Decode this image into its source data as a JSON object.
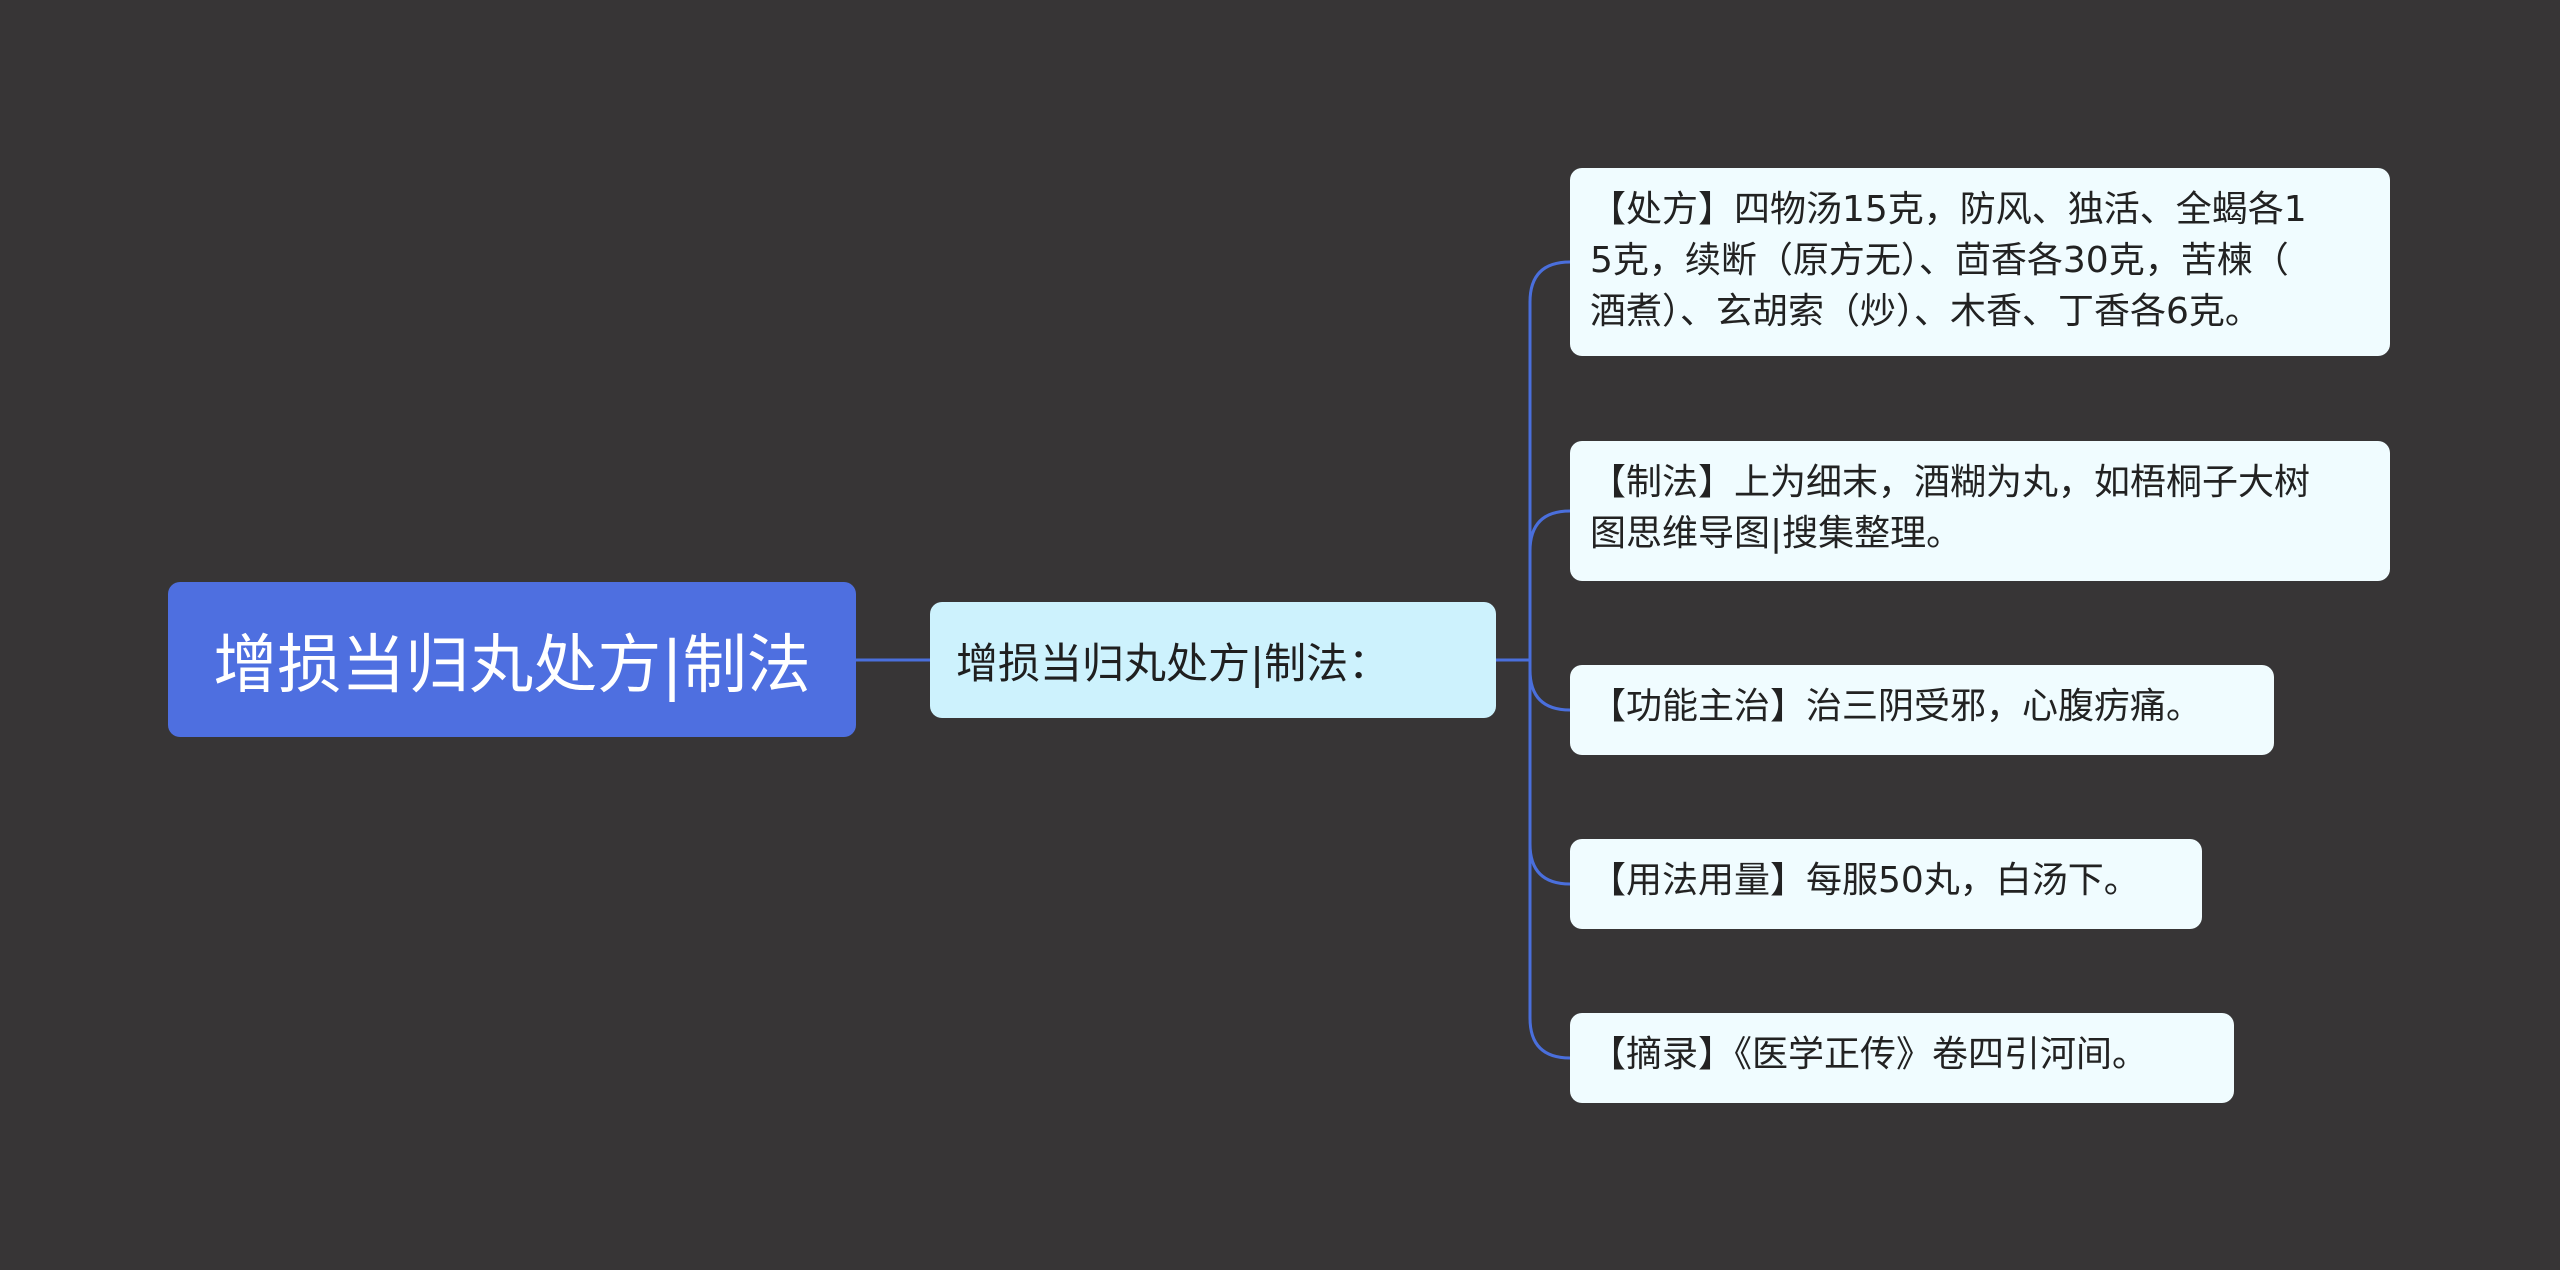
{
  "colors": {
    "background": "#373536",
    "root_fill": "#4e6fe0",
    "branch_fill": "#cdf2fd",
    "leaf_fill": "#f0fcff",
    "connector": "#4a6fdc"
  },
  "mindmap": {
    "root": {
      "label": "增损当归丸处方|制法"
    },
    "branch": {
      "label": "增损当归丸处方|制法："
    },
    "leaves": [
      {
        "text": "【处方】四物汤15克，防风、独活、全蝎各1\n5克，续断（原方无）、茴香各30克，苦楝（\n酒煮）、玄胡索（炒）、木香、丁香各6克。"
      },
      {
        "text": "【制法】上为细末，酒糊为丸，如梧桐子大树\n图思维导图|搜集整理。"
      },
      {
        "text": "【功能主治】治三阴受邪，心腹疠痛。"
      },
      {
        "text": "【用法用量】每服50丸，白汤下。"
      },
      {
        "text": "【摘录】《医学正传》卷四引河间。"
      }
    ]
  }
}
